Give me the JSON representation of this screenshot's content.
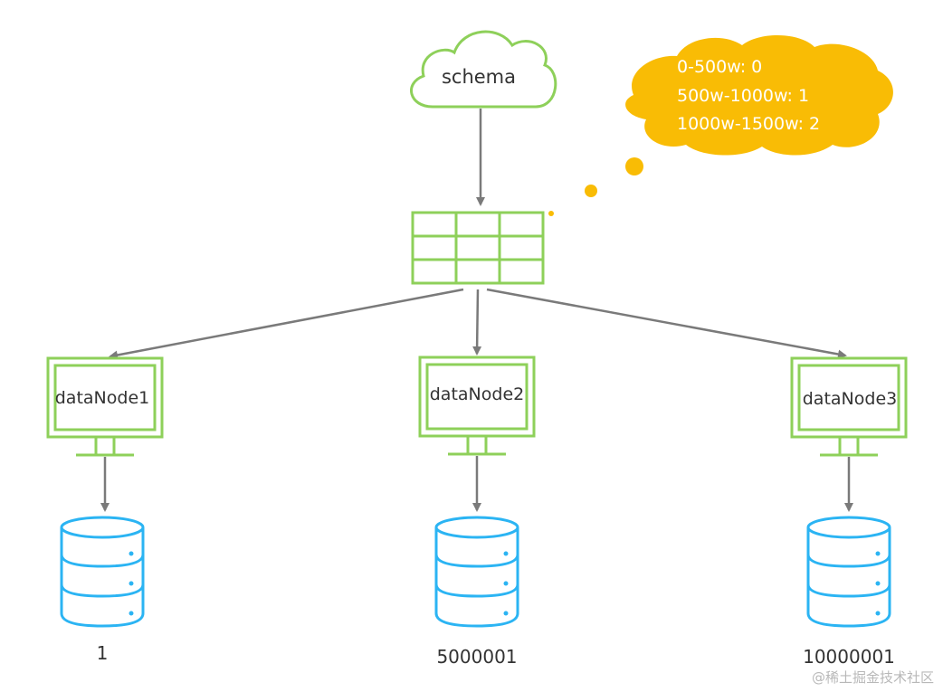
{
  "cloud": {
    "label": "schema"
  },
  "bubble": {
    "lines": [
      "0-500w: 0",
      "500w-1000w: 1",
      "1000w-1500w: 2"
    ]
  },
  "nodes": [
    {
      "label": "dataNode1",
      "db_value": "1"
    },
    {
      "label": "dataNode2",
      "db_value": "5000001"
    },
    {
      "label": "dataNode3",
      "db_value": "10000001"
    }
  ],
  "watermark": "@稀土掘金技术社区",
  "colors": {
    "green": "#8ed05a",
    "cyan": "#2bb4f3",
    "orange": "#f9bc05",
    "arrow": "#7a7a7a",
    "text": "#333333"
  }
}
